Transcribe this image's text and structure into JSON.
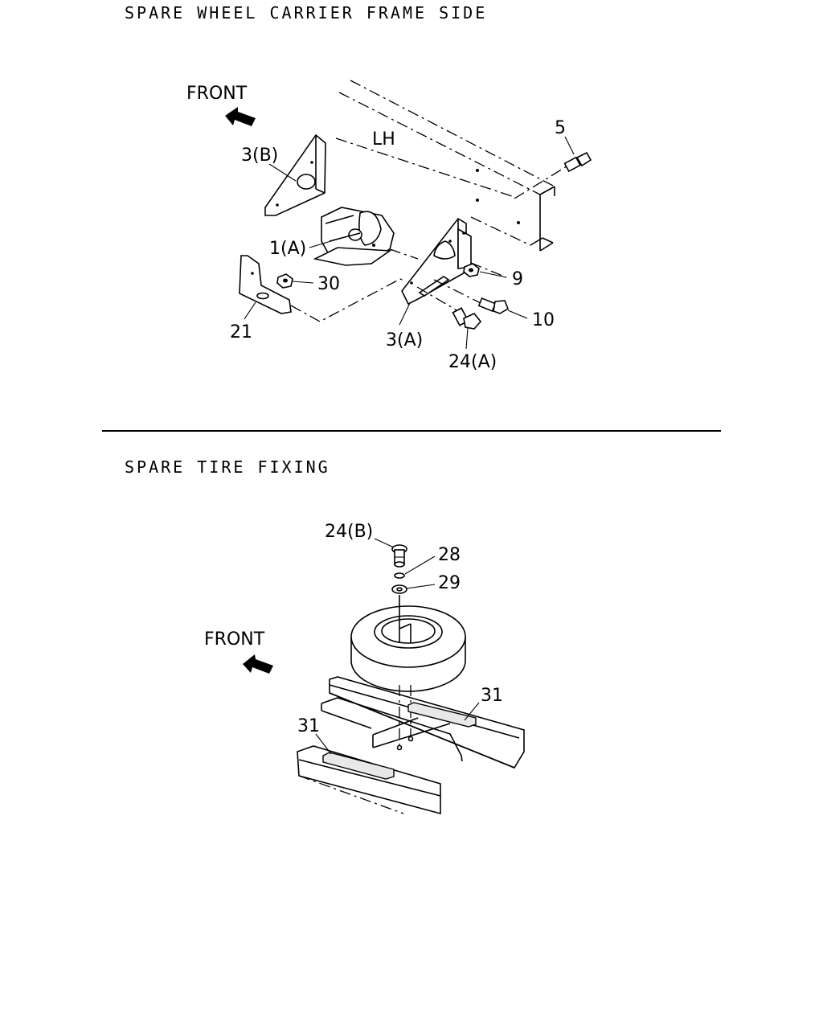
{
  "sections": [
    {
      "title": "SPARE WHEEL CARRIER FRAME SIDE",
      "front_label": "FRONT",
      "side_label": "LH",
      "callouts": [
        "5",
        "3(B)",
        "1(A)",
        "30",
        "9",
        "10",
        "21",
        "3(A)",
        "24(A)"
      ]
    },
    {
      "title": "SPARE TIRE FIXING",
      "front_label": "FRONT",
      "callouts": [
        "24(B)",
        "28",
        "29",
        "31",
        "31"
      ]
    }
  ]
}
